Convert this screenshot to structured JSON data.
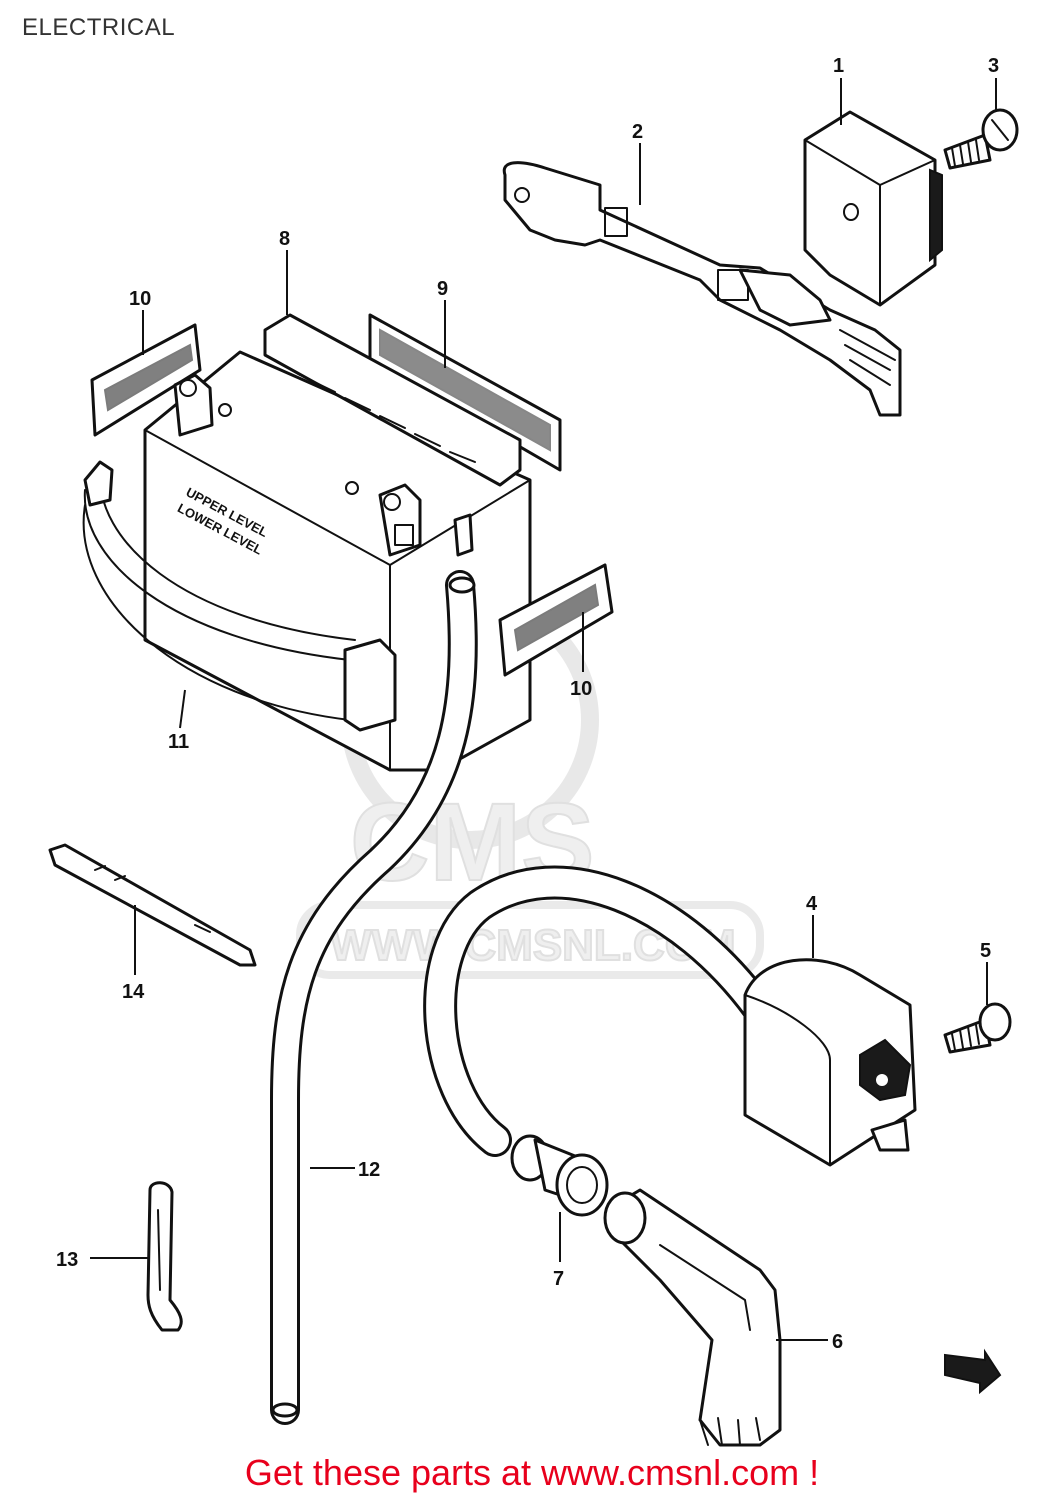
{
  "header": {
    "title": "ELECTRICAL"
  },
  "watermark": {
    "logo_text": "CMS",
    "url_text": "WWW.CMSNL.COM"
  },
  "battery": {
    "upper_label": "UPPER LEVEL",
    "lower_label": "LOWER LEVEL"
  },
  "callouts": {
    "c1": "1",
    "c2": "2",
    "c3": "3",
    "c4": "4",
    "c5": "5",
    "c6": "6",
    "c7": "7",
    "c8": "8",
    "c9": "9",
    "c10a": "10",
    "c10b": "10",
    "c11": "11",
    "c12": "12",
    "c13": "13",
    "c14": "14"
  },
  "footer": {
    "link_text": "Get these parts at www.cmsnl.com !"
  }
}
